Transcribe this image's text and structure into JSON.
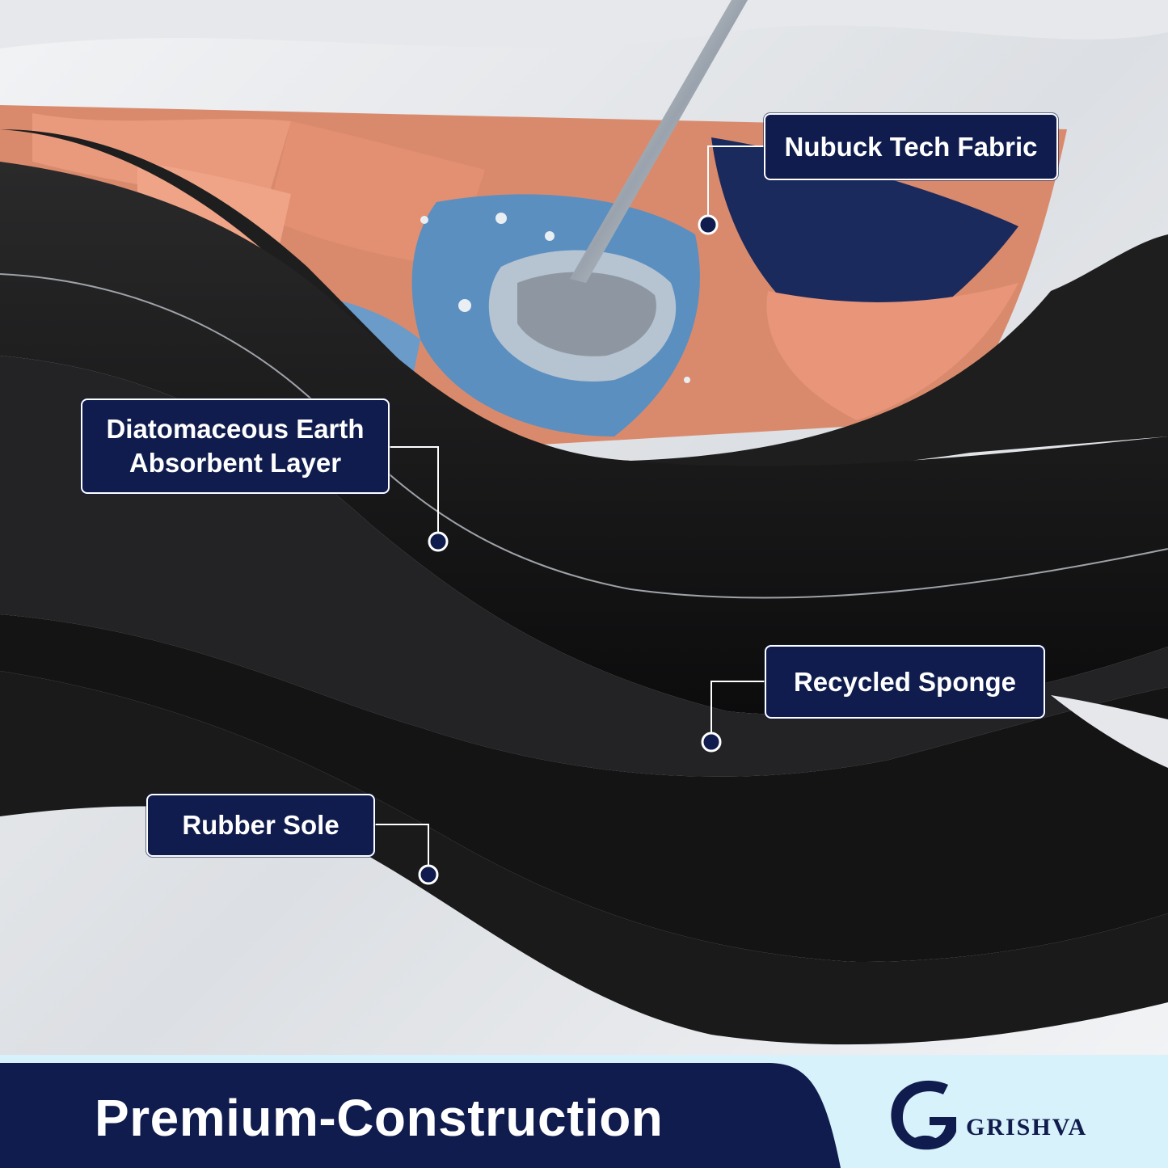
{
  "callouts": {
    "nubuck": "Nubuck Tech Fabric",
    "diatom_line1": "Diatomaceous Earth",
    "diatom_line2": "Absorbent Layer",
    "sponge": "Recycled Sponge",
    "sole": "Rubber Sole"
  },
  "footer": {
    "title": "Premium-Construction"
  },
  "brand": {
    "name": "GRISHVA",
    "logo_icon": "g-handshake-logo-icon"
  },
  "colors": {
    "navy": "#0f1c4d",
    "light_blue": "#d8f2fb",
    "mat_black": "#1b1b1c",
    "fabric_coral": "#e08a6a",
    "fabric_blue": "#5b8fc0",
    "fabric_navy": "#1b2a5c"
  }
}
